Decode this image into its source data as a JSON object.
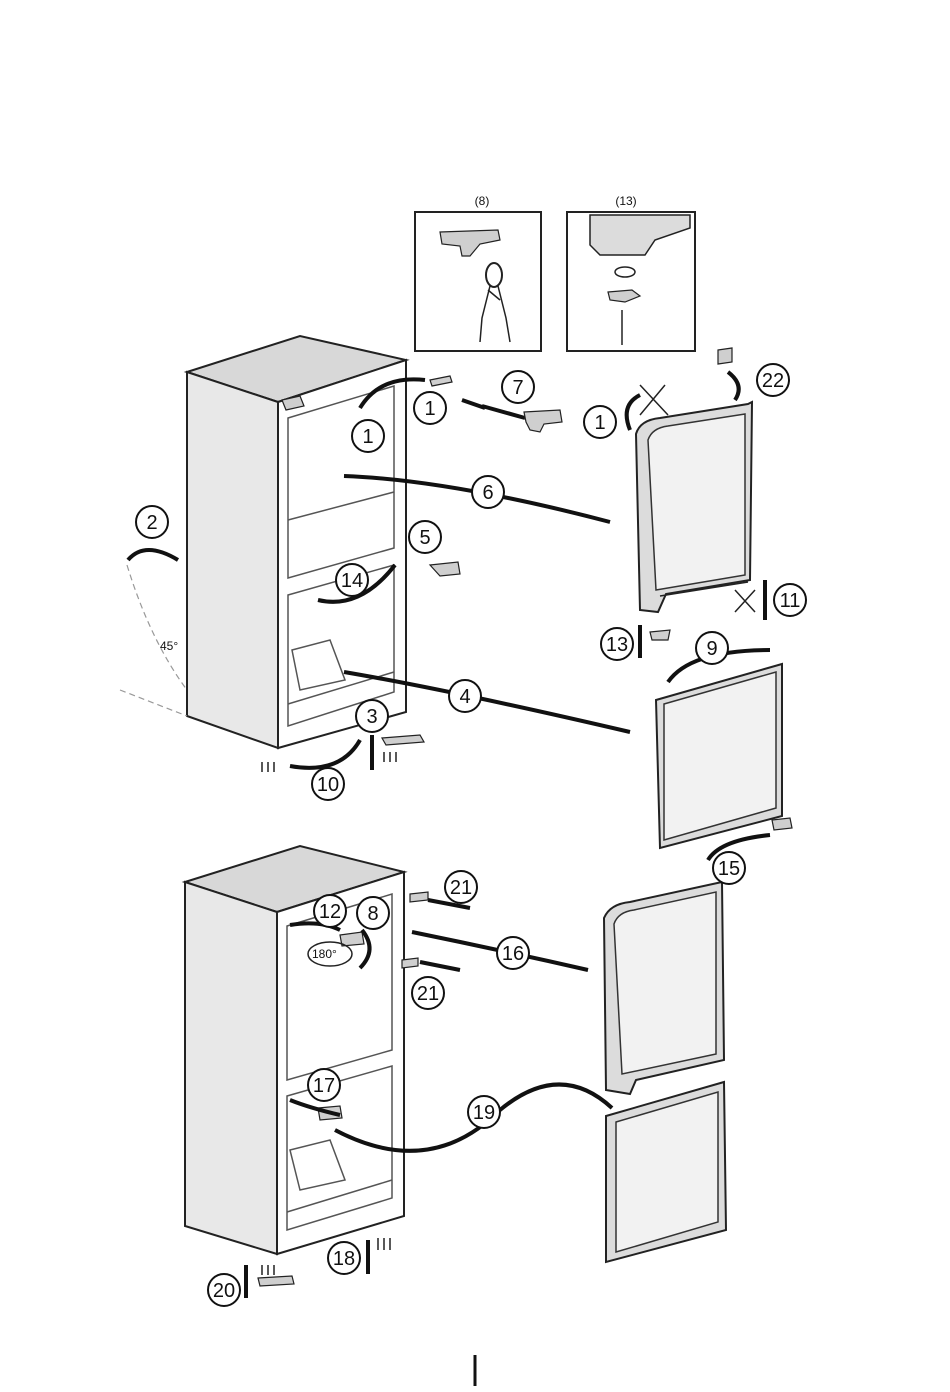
{
  "insets": {
    "left_label": "(8)",
    "right_label": "(13)"
  },
  "angle_label": "45°",
  "rotation_label": "180°",
  "callouts": {
    "c1a": "1",
    "c1b": "1",
    "c1c": "1",
    "c2": "2",
    "c3": "3",
    "c4": "4",
    "c5": "5",
    "c6": "6",
    "c7": "7",
    "c8": "8",
    "c9": "9",
    "c10": "10",
    "c11": "11",
    "c12": "12",
    "c13": "13",
    "c14": "14",
    "c15": "15",
    "c16": "16",
    "c17": "17",
    "c18": "18",
    "c19": "19",
    "c20": "20",
    "c21a": "21",
    "c21b": "21",
    "c22": "22"
  }
}
